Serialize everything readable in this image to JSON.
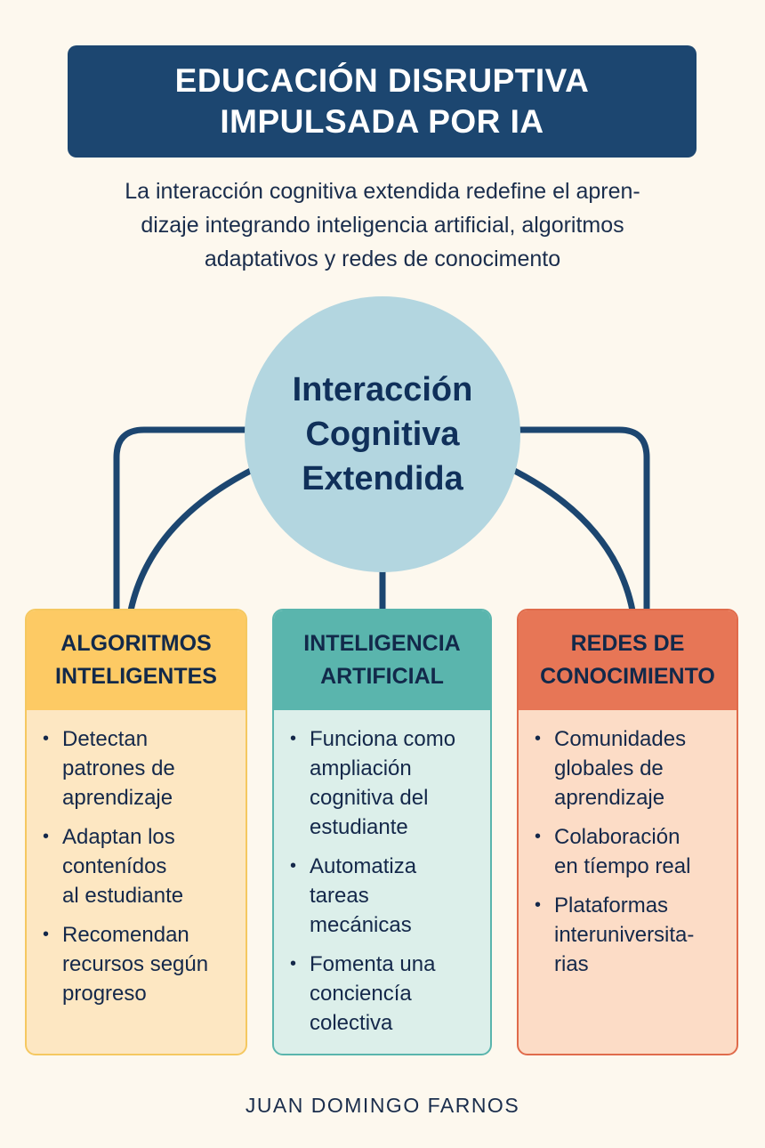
{
  "title": {
    "line1": "EDUCACIÓN DISRUPTIVA",
    "line2": "IMPULSADA POR IA"
  },
  "subtitle": {
    "line1": "La interacción cognitiva extendida redefine el apren-",
    "line2": "dizaje integrando inteligencia artificial, algoritmos",
    "line3": "adaptativos y redes de conocimento"
  },
  "center": {
    "line1": "Interacción",
    "line2": "Cognitiva",
    "line3": "Extendida"
  },
  "cards": [
    {
      "title1": "ALGORITMOS",
      "title2": "INTELIGENTES",
      "items": [
        "Detectan\npatrones de\naprendizaje",
        "Adaptan los\ncontenídos\nal estudiante",
        "Recomendan\nrecursos según\nprogreso"
      ]
    },
    {
      "title1": "INTELIGENCIA",
      "title2": "ARTIFICIAL",
      "items": [
        "Funciona como\nampliación\ncognitiva del\nestudiante",
        "Automatiza\ntareas\nmecánicas",
        "Fomenta una\nconciencía\ncolectiva"
      ]
    },
    {
      "title1": "REDES DE",
      "title2": "CONOCIMIENTO",
      "items": [
        "Comunidades\nglobales de\naprendizaje",
        "Colaboración\nen tíempo real",
        "Plataformas\ninteruniversita-\nrias"
      ]
    }
  ],
  "footer": "JUAN DOMINGO FARNOS",
  "colors": {
    "navy": "#1c4670",
    "circle": "#b3d6e0",
    "yellow": "#fdca64",
    "teal": "#5ab5ad",
    "orange": "#e77656",
    "background": "#fdf8ee"
  }
}
